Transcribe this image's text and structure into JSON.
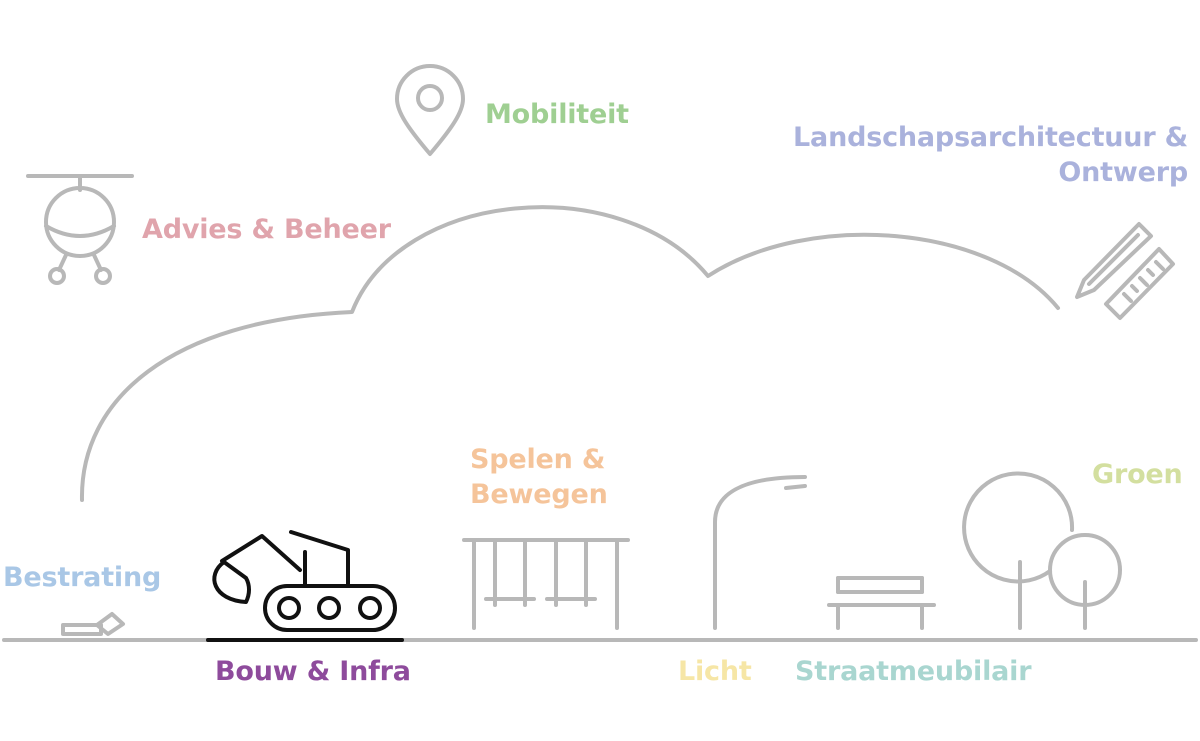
{
  "categories": {
    "advies": {
      "label": "Advies & Beheer",
      "color": "#e0a4ac"
    },
    "mobiliteit": {
      "label": "Mobiliteit",
      "color": "#9fcf92"
    },
    "landschap": {
      "label_line1": "Landschapsarchitectuur &",
      "label_line2": "Ontwerp",
      "color": "#aab2dc"
    },
    "spelen": {
      "label_line1": "Spelen &",
      "label_line2": "Bewegen",
      "color": "#f5c49a"
    },
    "groen": {
      "label": "Groen",
      "color": "#d3df9f"
    },
    "bestrating": {
      "label": "Bestrating",
      "color": "#a9c7e6"
    },
    "bouw": {
      "label": "Bouw & Infra",
      "color": "#8e4b9c",
      "active": true
    },
    "licht": {
      "label": "Licht",
      "color": "#f6e6a6"
    },
    "straatmeubilair": {
      "label": "Straatmeubilair",
      "color": "#a9d6d0"
    }
  },
  "colors": {
    "line": "#b8b8b8",
    "active_icon": "#111111"
  },
  "icons": {
    "helicopter": "helicopter-icon",
    "pin": "map-pin-icon",
    "pencil_ruler": "pencil-ruler-icon",
    "pavers": "paving-stones-icon",
    "excavator": "excavator-icon",
    "playground": "playground-frame-icon",
    "streetlight": "street-lamp-icon",
    "bench": "bench-icon",
    "trees": "trees-icon"
  }
}
